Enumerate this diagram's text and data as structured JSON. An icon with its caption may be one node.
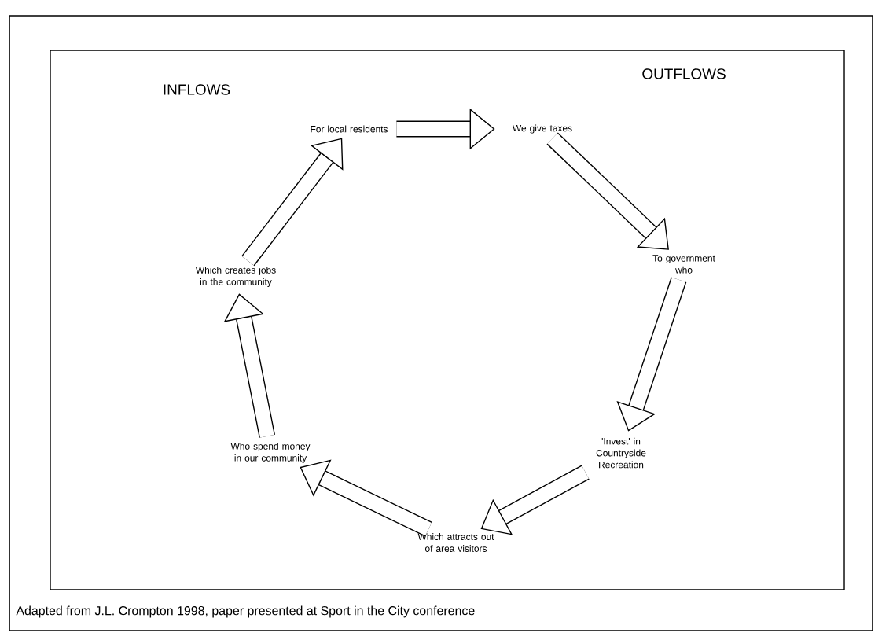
{
  "diagram": {
    "caption": "Adapted from J.L. Crompton 1998, paper presented at Sport in the City conference",
    "nodes": [
      {
        "text": [
          "For local residents"
        ]
      },
      {
        "text": [
          "We give taxes"
        ]
      },
      {
        "text": [
          "To government who"
        ]
      },
      {
        "text": [
          "'Invest' in Countryside Recreation"
        ]
      },
      {
        "text": [
          "Which attracts out of area visitors"
        ]
      },
      {
        "text": [
          "Who spend money in our community"
        ]
      },
      {
        "text": [
          "Which creates jobs in the community"
        ]
      }
    ],
    "edges": [
      {
        "from": 0,
        "to": 1,
        "arrow": "to"
      },
      {
        "from": 1,
        "to": 2,
        "arrow": "to"
      },
      {
        "from": 2,
        "to": 3,
        "arrow": "to"
      },
      {
        "from": 3,
        "to": 4,
        "arrow": "to"
      },
      {
        "from": 4,
        "to": 5,
        "arrow": "to"
      },
      {
        "from": 5,
        "to": 6,
        "arrow": "to"
      },
      {
        "from": 6,
        "to": 0,
        "arrow": "to"
      }
    ],
    "labels": [
      "INFLOWS",
      "OUTFLOWS"
    ]
  }
}
